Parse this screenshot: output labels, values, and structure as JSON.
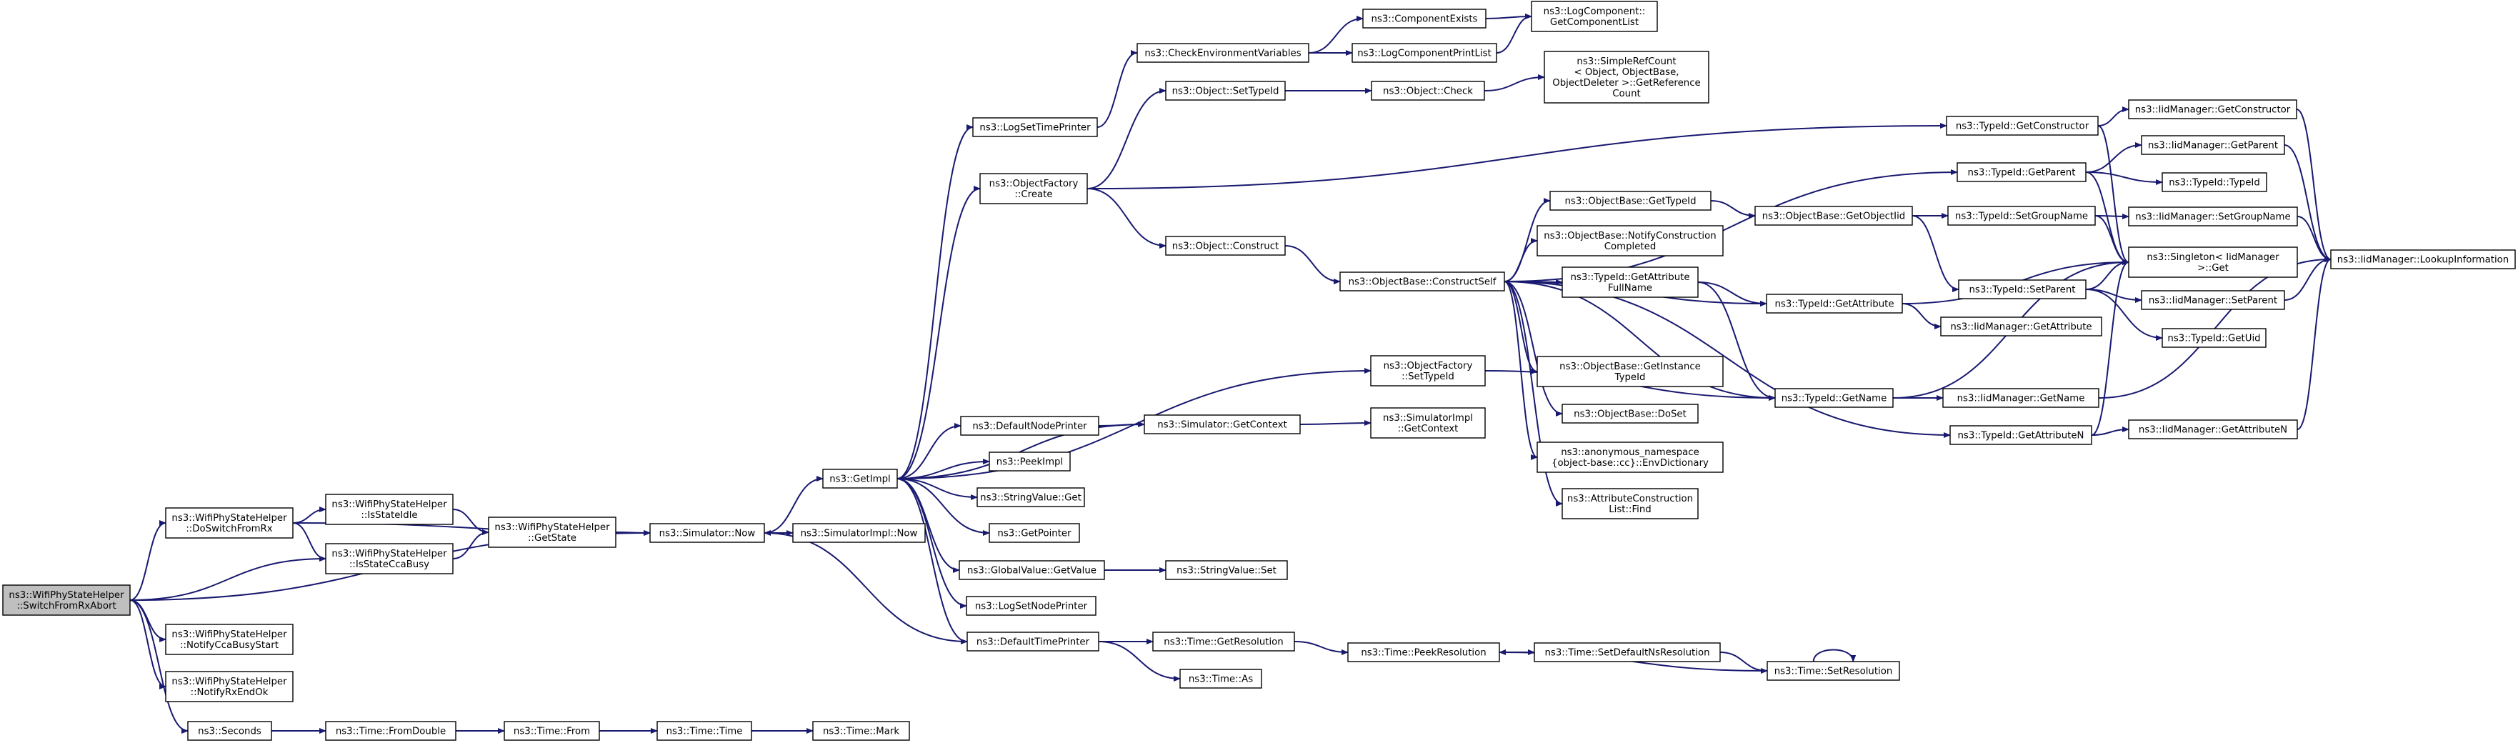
{
  "colors": {
    "edge": "#191970",
    "node_border": "#000000",
    "node_fill": "#ffffff",
    "root_fill": "#bfbfbf"
  },
  "nodes": {
    "root": {
      "lines": [
        "ns3::WifiPhyStateHelper",
        "::SwitchFromRxAbort"
      ]
    },
    "doSwitchFromRx": {
      "lines": [
        "ns3::WifiPhyStateHelper",
        "::DoSwitchFromRx"
      ]
    },
    "notifyCcaBusyStart": {
      "lines": [
        "ns3::WifiPhyStateHelper",
        "::NotifyCcaBusyStart"
      ]
    },
    "notifyRxEndOk": {
      "lines": [
        "ns3::WifiPhyStateHelper",
        "::NotifyRxEndOk"
      ]
    },
    "seconds": {
      "lines": [
        "ns3::Seconds"
      ]
    },
    "isStateIdle": {
      "lines": [
        "ns3::WifiPhyStateHelper",
        "::IsStateIdle"
      ]
    },
    "isStateCcaBusy": {
      "lines": [
        "ns3::WifiPhyStateHelper",
        "::IsStateCcaBusy"
      ]
    },
    "getState": {
      "lines": [
        "ns3::WifiPhyStateHelper",
        "::GetState"
      ]
    },
    "simulatorNow": {
      "lines": [
        "ns3::Simulator::Now"
      ]
    },
    "simulatorImplNow": {
      "lines": [
        "ns3::SimulatorImpl::Now"
      ]
    },
    "getImpl": {
      "lines": [
        "ns3::GetImpl"
      ]
    },
    "timeFromDouble": {
      "lines": [
        "ns3::Time::FromDouble"
      ]
    },
    "timeFrom": {
      "lines": [
        "ns3::Time::From"
      ]
    },
    "timeTime": {
      "lines": [
        "ns3::Time::Time"
      ]
    },
    "timeMark": {
      "lines": [
        "ns3::Time::Mark"
      ]
    },
    "logSetTimePrinter": {
      "lines": [
        "ns3::LogSetTimePrinter"
      ]
    },
    "objectFactoryCreate": {
      "lines": [
        "ns3::ObjectFactory",
        "::Create"
      ]
    },
    "defaultNodePrinter": {
      "lines": [
        "ns3::DefaultNodePrinter"
      ]
    },
    "peekImpl": {
      "lines": [
        "ns3::PeekImpl"
      ]
    },
    "stringValueGet": {
      "lines": [
        "ns3::StringValue::Get"
      ]
    },
    "getPointer": {
      "lines": [
        "ns3::GetPointer"
      ]
    },
    "globalValueGetValue": {
      "lines": [
        "ns3::GlobalValue::GetValue"
      ]
    },
    "logSetNodePrinter": {
      "lines": [
        "ns3::LogSetNodePrinter"
      ]
    },
    "defaultTimePrinter": {
      "lines": [
        "ns3::DefaultTimePrinter"
      ]
    },
    "checkEnvVars": {
      "lines": [
        "ns3::CheckEnvironmentVariables"
      ]
    },
    "objectSetTypeId": {
      "lines": [
        "ns3::Object::SetTypeId"
      ]
    },
    "objectConstruct": {
      "lines": [
        "ns3::Object::Construct"
      ]
    },
    "simulatorGetContext": {
      "lines": [
        "ns3::Simulator::GetContext"
      ]
    },
    "stringValueSet": {
      "lines": [
        "ns3::StringValue::Set"
      ]
    },
    "timeGetResolution": {
      "lines": [
        "ns3::Time::GetResolution"
      ]
    },
    "timeAs": {
      "lines": [
        "ns3::Time::As"
      ]
    },
    "componentExists": {
      "lines": [
        "ns3::ComponentExists"
      ]
    },
    "logComponentPrintList": {
      "lines": [
        "ns3::LogComponentPrintList"
      ]
    },
    "objectCheck": {
      "lines": [
        "ns3::Object::Check"
      ]
    },
    "objectBaseConstructSelf": {
      "lines": [
        "ns3::ObjectBase::ConstructSelf"
      ]
    },
    "objectFactorySetTypeId": {
      "lines": [
        "ns3::ObjectFactory",
        "::SetTypeId"
      ]
    },
    "simulatorImplGetContext": {
      "lines": [
        "ns3::SimulatorImpl",
        "::GetContext"
      ]
    },
    "timePeekResolution": {
      "lines": [
        "ns3::Time::PeekResolution"
      ]
    },
    "getComponentList": {
      "lines": [
        "ns3::LogComponent::",
        "GetComponentList"
      ]
    },
    "simpleRefCount": {
      "lines": [
        "ns3::SimpleRefCount",
        "< Object, ObjectBase,",
        " ObjectDeleter >::GetReference",
        "Count"
      ]
    },
    "objectBaseGetTypeId": {
      "lines": [
        "ns3::ObjectBase::GetTypeId"
      ]
    },
    "objectBaseNotify": {
      "lines": [
        "ns3::ObjectBase::NotifyConstruction",
        "Completed"
      ]
    },
    "typeIdGetAttributeFullName": {
      "lines": [
        "ns3::TypeId::GetAttribute",
        "FullName"
      ]
    },
    "objectBaseGetInstanceTypeId": {
      "lines": [
        "ns3::ObjectBase::GetInstance",
        "TypeId"
      ]
    },
    "objectBaseDoSet": {
      "lines": [
        "ns3::ObjectBase::DoSet"
      ]
    },
    "envDictionary": {
      "lines": [
        "ns3::anonymous_namespace",
        "{object-base::cc}::EnvDictionary"
      ]
    },
    "attributeConstructionListFind": {
      "lines": [
        "ns3::AttributeConstruction",
        "List::Find"
      ]
    },
    "timeSetDefaultNsResolution": {
      "lines": [
        "ns3::Time::SetDefaultNsResolution"
      ]
    },
    "objectBaseGetObjectIid": {
      "lines": [
        "ns3::ObjectBase::GetObjectIid"
      ]
    },
    "typeIdGetAttribute": {
      "lines": [
        "ns3::TypeId::GetAttribute"
      ]
    },
    "typeIdGetName": {
      "lines": [
        "ns3::TypeId::GetName"
      ]
    },
    "timeSetResolution": {
      "lines": [
        "ns3::Time::SetResolution"
      ]
    },
    "typeIdGetConstructor": {
      "lines": [
        "ns3::TypeId::GetConstructor"
      ]
    },
    "typeIdGetParent": {
      "lines": [
        "ns3::TypeId::GetParent"
      ]
    },
    "typeIdSetGroupName": {
      "lines": [
        "ns3::TypeId::SetGroupName"
      ]
    },
    "typeIdSetParent": {
      "lines": [
        "ns3::TypeId::SetParent"
      ]
    },
    "iidManagerGetAttribute": {
      "lines": [
        "ns3::IidManager::GetAttribute"
      ]
    },
    "iidManagerGetName": {
      "lines": [
        "ns3::IidManager::GetName"
      ]
    },
    "typeIdGetAttributeN": {
      "lines": [
        "ns3::TypeId::GetAttributeN"
      ]
    },
    "iidManagerGetConstructor": {
      "lines": [
        "ns3::IidManager::GetConstructor"
      ]
    },
    "iidManagerGetParent": {
      "lines": [
        "ns3::IidManager::GetParent"
      ]
    },
    "typeIdTypeId": {
      "lines": [
        "ns3::TypeId::TypeId"
      ]
    },
    "singleton": {
      "lines": [
        "ns3::Singleton< IidManager",
        " >::Get"
      ]
    },
    "iidManagerSetGroupName": {
      "lines": [
        "ns3::IidManager::SetGroupName"
      ]
    },
    "iidManagerSetParent": {
      "lines": [
        "ns3::IidManager::SetParent"
      ]
    },
    "typeIdGetUid": {
      "lines": [
        "ns3::TypeId::GetUid"
      ]
    },
    "iidManagerGetAttributeN": {
      "lines": [
        "ns3::IidManager::GetAttributeN"
      ]
    },
    "iidManagerLookupInformation": {
      "lines": [
        "ns3::IidManager::LookupInformation"
      ]
    }
  },
  "edges": [
    [
      "root",
      "doSwitchFromRx"
    ],
    [
      "root",
      "notifyCcaBusyStart"
    ],
    [
      "root",
      "notifyRxEndOk"
    ],
    [
      "root",
      "seconds"
    ],
    [
      "root",
      "isStateCcaBusy"
    ],
    [
      "root",
      "simulatorNow"
    ],
    [
      "doSwitchFromRx",
      "isStateIdle"
    ],
    [
      "doSwitchFromRx",
      "isStateCcaBusy"
    ],
    [
      "doSwitchFromRx",
      "simulatorNow"
    ],
    [
      "isStateIdle",
      "getState"
    ],
    [
      "isStateCcaBusy",
      "getState"
    ],
    [
      "getState",
      "simulatorNow"
    ],
    [
      "simulatorNow",
      "getImpl"
    ],
    [
      "simulatorNow",
      "simulatorImplNow"
    ],
    [
      "seconds",
      "timeFromDouble"
    ],
    [
      "timeFromDouble",
      "timeFrom"
    ],
    [
      "timeFrom",
      "timeTime"
    ],
    [
      "timeTime",
      "timeMark"
    ],
    [
      "getImpl",
      "logSetTimePrinter"
    ],
    [
      "getImpl",
      "objectFactoryCreate"
    ],
    [
      "getImpl",
      "objectFactorySetTypeId"
    ],
    [
      "getImpl",
      "defaultNodePrinter"
    ],
    [
      "getImpl",
      "peekImpl"
    ],
    [
      "getImpl",
      "stringValueGet"
    ],
    [
      "getImpl",
      "getPointer"
    ],
    [
      "getImpl",
      "globalValueGetValue"
    ],
    [
      "getImpl",
      "logSetNodePrinter"
    ],
    [
      "getImpl",
      "defaultTimePrinter"
    ],
    [
      "logSetTimePrinter",
      "checkEnvVars"
    ],
    [
      "checkEnvVars",
      "componentExists"
    ],
    [
      "checkEnvVars",
      "logComponentPrintList"
    ],
    [
      "componentExists",
      "getComponentList"
    ],
    [
      "logComponentPrintList",
      "getComponentList"
    ],
    [
      "objectFactoryCreate",
      "objectSetTypeId"
    ],
    [
      "objectFactoryCreate",
      "objectConstruct"
    ],
    [
      "objectFactoryCreate",
      "typeIdGetConstructor"
    ],
    [
      "objectSetTypeId",
      "objectCheck"
    ],
    [
      "objectCheck",
      "simpleRefCount"
    ],
    [
      "objectConstruct",
      "objectBaseConstructSelf"
    ],
    [
      "objectBaseConstructSelf",
      "objectBaseGetTypeId"
    ],
    [
      "objectBaseConstructSelf",
      "objectBaseNotify"
    ],
    [
      "objectBaseConstructSelf",
      "typeIdGetParent"
    ],
    [
      "objectBaseConstructSelf",
      "typeIdGetAttribute"
    ],
    [
      "objectBaseConstructSelf",
      "typeIdGetAttributeFullName"
    ],
    [
      "objectBaseConstructSelf",
      "objectBaseGetInstanceTypeId"
    ],
    [
      "objectBaseConstructSelf",
      "objectBaseDoSet"
    ],
    [
      "objectBaseConstructSelf",
      "envDictionary"
    ],
    [
      "objectBaseConstructSelf",
      "attributeConstructionListFind"
    ],
    [
      "objectBaseConstructSelf",
      "typeIdGetName"
    ],
    [
      "objectBaseConstructSelf",
      "typeIdGetAttributeN"
    ],
    [
      "objectBaseGetTypeId",
      "objectBaseGetObjectIid"
    ],
    [
      "objectBaseGetObjectIid",
      "typeIdSetGroupName"
    ],
    [
      "objectBaseGetObjectIid",
      "typeIdSetParent"
    ],
    [
      "typeIdGetAttributeFullName",
      "typeIdGetAttribute"
    ],
    [
      "typeIdGetAttributeFullName",
      "typeIdGetName"
    ],
    [
      "typeIdGetAttribute",
      "iidManagerGetAttribute"
    ],
    [
      "typeIdGetAttribute",
      "singleton"
    ],
    [
      "typeIdGetName",
      "iidManagerGetName"
    ],
    [
      "typeIdGetName",
      "singleton"
    ],
    [
      "objectFactorySetTypeId",
      "typeIdGetName"
    ],
    [
      "defaultNodePrinter",
      "simulatorGetContext"
    ],
    [
      "simulatorGetContext",
      "getImpl"
    ],
    [
      "simulatorGetContext",
      "simulatorImplGetContext"
    ],
    [
      "globalValueGetValue",
      "stringValueSet"
    ],
    [
      "defaultTimePrinter",
      "simulatorNow"
    ],
    [
      "defaultTimePrinter",
      "timeGetResolution"
    ],
    [
      "defaultTimePrinter",
      "timeAs"
    ],
    [
      "timeGetResolution",
      "timePeekResolution"
    ],
    [
      "timePeekResolution",
      "timeSetDefaultNsResolution"
    ],
    [
      "timeSetDefaultNsResolution",
      "timeSetResolution"
    ],
    [
      "timeSetResolution",
      "timePeekResolution"
    ],
    [
      "timeSetResolution",
      "timeSetResolution"
    ],
    [
      "typeIdGetConstructor",
      "iidManagerGetConstructor"
    ],
    [
      "typeIdGetConstructor",
      "singleton"
    ],
    [
      "typeIdGetParent",
      "iidManagerGetParent"
    ],
    [
      "typeIdGetParent",
      "typeIdTypeId"
    ],
    [
      "typeIdGetParent",
      "singleton"
    ],
    [
      "typeIdSetGroupName",
      "iidManagerSetGroupName"
    ],
    [
      "typeIdSetGroupName",
      "singleton"
    ],
    [
      "typeIdSetParent",
      "iidManagerSetParent"
    ],
    [
      "typeIdSetParent",
      "typeIdGetUid"
    ],
    [
      "typeIdSetParent",
      "singleton"
    ],
    [
      "typeIdGetAttributeN",
      "iidManagerGetAttributeN"
    ],
    [
      "typeIdGetAttributeN",
      "singleton"
    ],
    [
      "iidManagerGetConstructor",
      "iidManagerLookupInformation"
    ],
    [
      "iidManagerGetParent",
      "iidManagerLookupInformation"
    ],
    [
      "iidManagerSetGroupName",
      "iidManagerLookupInformation"
    ],
    [
      "iidManagerSetParent",
      "iidManagerLookupInformation"
    ],
    [
      "iidManagerGetName",
      "iidManagerLookupInformation"
    ],
    [
      "iidManagerGetAttributeN",
      "iidManagerLookupInformation"
    ]
  ]
}
